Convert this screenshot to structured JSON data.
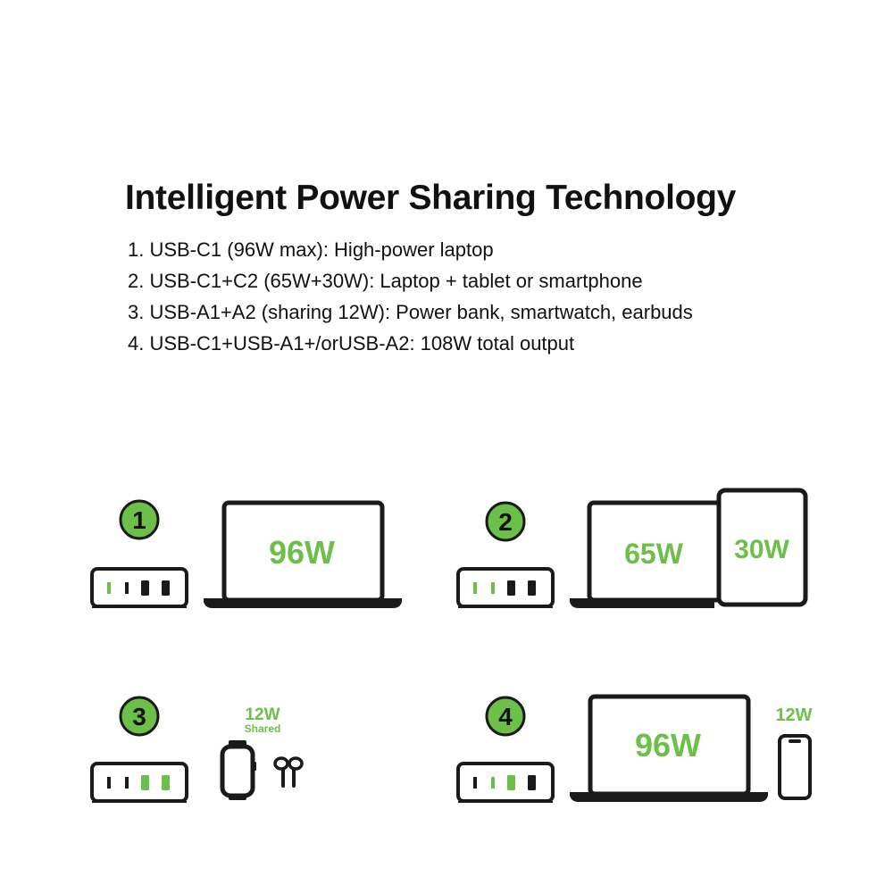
{
  "title": "Intelligent Power Sharing Technology",
  "features": [
    "1. USB-C1 (96W max): High-power laptop",
    "2. USB-C1+C2 (65W+30W): Laptop + tablet or smartphone",
    "3. USB-A1+A2 (sharing 12W): Power bank, smartwatch, earbuds",
    "4. USB-C1+USB-A1+/orUSB-A2: 108W total output"
  ],
  "scenarios": [
    {
      "number": "1",
      "laptop_watts": "96W"
    },
    {
      "number": "2",
      "laptop_watts": "65W",
      "tablet_watts": "30W"
    },
    {
      "number": "3",
      "shared_watts": "12W",
      "shared_label": "Shared"
    },
    {
      "number": "4",
      "laptop_watts": "96W",
      "phone_watts": "12W"
    }
  ],
  "colors": {
    "accent_green": "#6cc04a",
    "outline": "#1a1a1a",
    "background": "#ffffff"
  },
  "icons": [
    "charger-icon",
    "laptop-icon",
    "tablet-icon",
    "smartwatch-icon",
    "earbuds-icon",
    "smartphone-icon"
  ]
}
